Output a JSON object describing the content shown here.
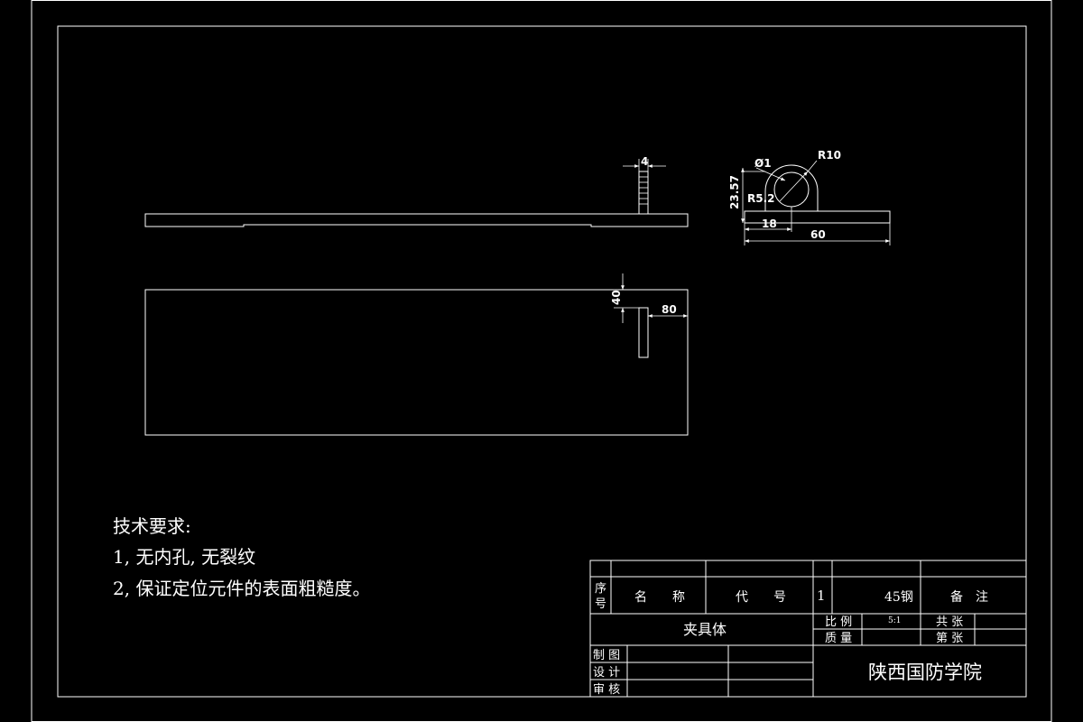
{
  "dimensions": {
    "width_4": "4",
    "dia_1": "Ø1",
    "radius_10": "R10",
    "radius_5_2": "R5.2",
    "height_23_57": "23.57",
    "len_18": "18",
    "len_60": "60",
    "len_40": "40",
    "len_80": "80"
  },
  "technical_requirements": {
    "heading": "技术要求:",
    "item_1": "1, 无内孔, 无裂纹",
    "item_2": "2, 保证定位元件的表面粗糙度。"
  },
  "title_block": {
    "seq_label_1": "序",
    "seq_label_2": "号",
    "name_label": "名　　称",
    "code_label": "代　　号",
    "qty_value": "1",
    "material_value": "45钢",
    "remark_label": "备　注",
    "part_name": "夹具体",
    "scale_label": "比 例",
    "scale_value": "5:1",
    "total_sheets_label": "共 张",
    "mass_label": "质 量",
    "sheet_no_label": "第 张",
    "drawn_label": "制 图",
    "design_label": "设 计",
    "review_label": "审 核",
    "school_name": "陕西国防学院"
  }
}
